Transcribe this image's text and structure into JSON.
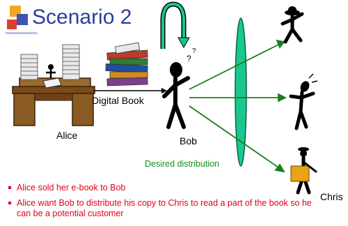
{
  "slide": {
    "title": "Scenario 2"
  },
  "labels": {
    "alice": "Alice",
    "digital_book": "Digital Book",
    "bob": "Bob",
    "desired_distribution": "Desired distribution",
    "chris": "Chris"
  },
  "bullets": [
    "Alice sold her e-book to Bob",
    "Alice want Bob to distribute his copy to Chris to read a part of the book so he can be a potential customer"
  ],
  "colors": {
    "title": "#2b3f9a",
    "arrow_green": "#1a7f1a",
    "lens": "#18c890",
    "bullet_text": "#e1001a",
    "desired_text": "#12901a"
  },
  "icons": [
    "desk-icon",
    "books-icon",
    "stick-figure-icon",
    "u-arrow-icon",
    "lens-icon"
  ]
}
